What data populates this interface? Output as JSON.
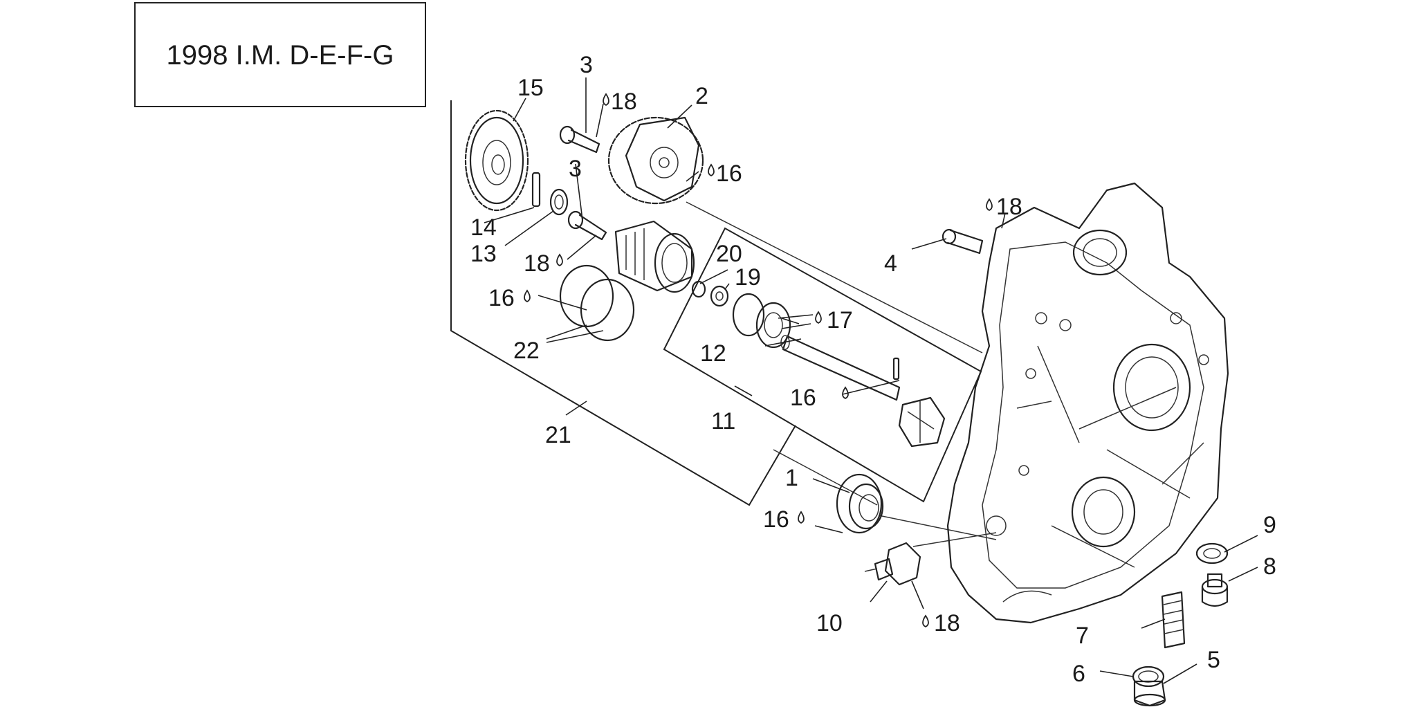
{
  "title": "1998 I.M. D-E-F-G",
  "callouts": {
    "c1": "1",
    "c2": "2",
    "c3a": "3",
    "c3b": "3",
    "c4": "4",
    "c5": "5",
    "c6": "6",
    "c7": "7",
    "c8": "8",
    "c9": "9",
    "c10": "10",
    "c11": "11",
    "c12": "12",
    "c13": "13",
    "c14": "14",
    "c15": "15",
    "c16a": "16",
    "c16b": "16",
    "c16c": "16",
    "c16d": "16",
    "c17": "17",
    "c18a": "18",
    "c18b": "18",
    "c18c": "18",
    "c18d": "18",
    "c19": "19",
    "c20": "20",
    "c21": "21",
    "c22": "22"
  }
}
